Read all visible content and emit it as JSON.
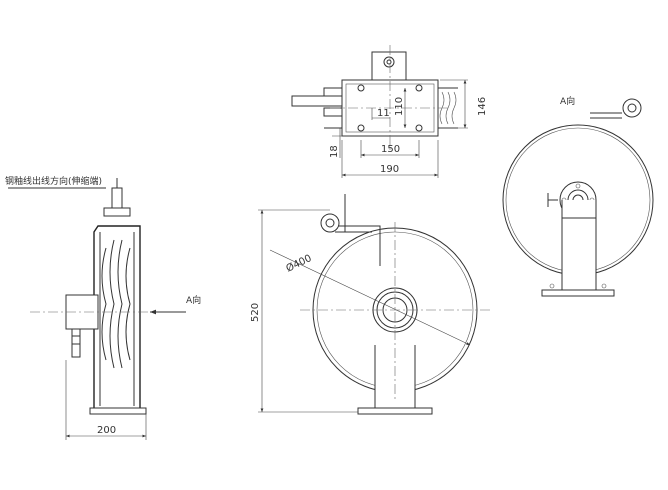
{
  "labels": {
    "direction_label_a_top_right": "A向",
    "direction_label_a_side": "A向",
    "cable_outlet_note": "钢釉线出线方向(伸缩端)"
  },
  "dimensions": {
    "hole_pitch_horizontal": "150",
    "base_width": "190",
    "hole_pitch_vertical": "110",
    "bracket_height": "146",
    "small_offset": "11",
    "plate_thickness": "18",
    "reel_diameter": "Ø400",
    "overall_height": "520",
    "overall_width": "200"
  },
  "colors": {
    "line": "#333333",
    "background": "#ffffff"
  }
}
